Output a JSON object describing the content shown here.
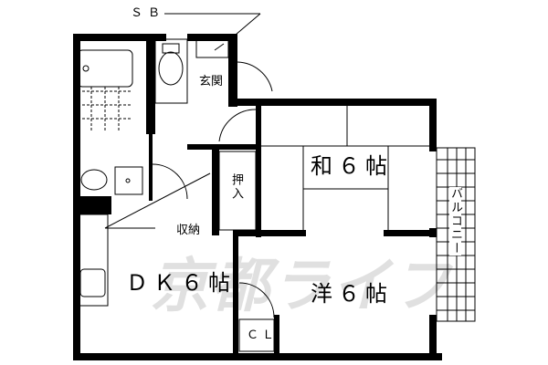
{
  "plan": {
    "type": "2DK",
    "watermark": "京都ライフ",
    "rooms": [
      {
        "id": "washitsu",
        "label": "和６帖"
      },
      {
        "id": "yoshitsu",
        "label": "洋６帖"
      },
      {
        "id": "dk",
        "label": "ＤＫ６帖"
      }
    ],
    "labels": {
      "sb": "ＳＢ",
      "genkan": "玄関",
      "oshiire": "押入",
      "shuno": "収納",
      "cl": "ＣＬ",
      "balcony": "バルコニー"
    },
    "colors": {
      "wall": "#000000",
      "watermark": "#e0e0e0",
      "background": "#ffffff"
    }
  }
}
